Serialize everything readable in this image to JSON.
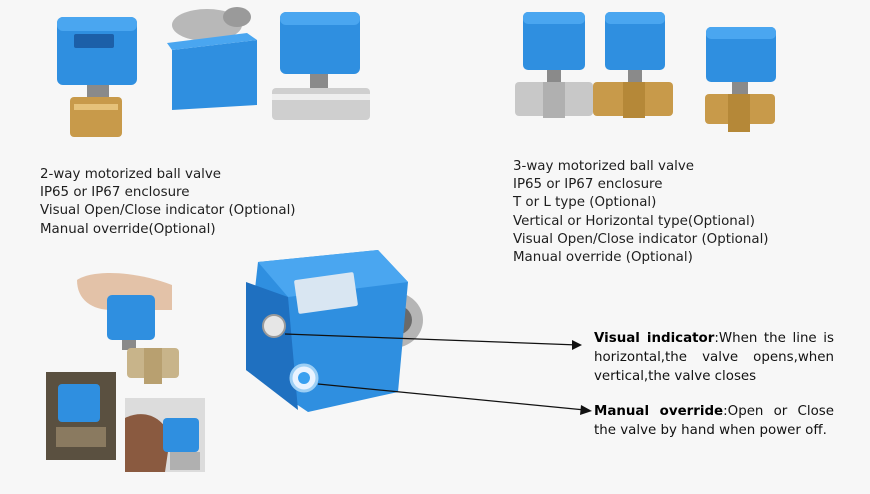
{
  "two_way": {
    "lines": [
      "2-way motorized ball valve",
      "IP65 or IP67 enclosure",
      "Visual Open/Close indicator (Optional)",
      "Manual override(Optional)"
    ]
  },
  "three_way": {
    "lines": [
      "3-way motorized ball valve",
      "IP65 or IP67 enclosure",
      "T or L type (Optional)",
      "Vertical or Horizontal type(Optional)",
      "Visual Open/Close indicator (Optional)",
      "Manual override (Optional)"
    ]
  },
  "callouts": {
    "visual": {
      "title": "Visual indicator",
      "line1": ":When the line is",
      "line2": "horizontal,the valve opens,when",
      "line3": "vertical,the valve closes"
    },
    "manual": {
      "title": "Manual override",
      "line1": ":Open or Close",
      "line2": "the valve by hand when power off."
    }
  },
  "colors": {
    "valve_blue": "#2f8fe0",
    "brass": "#c89a4a",
    "steel": "#c8c8c8"
  }
}
